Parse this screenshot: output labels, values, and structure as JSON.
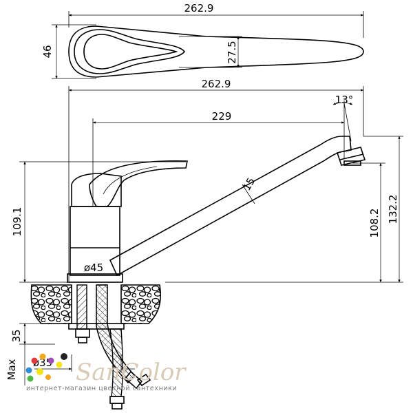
{
  "dimensions": {
    "top_view_length": "262.9",
    "top_view_width": "46",
    "top_view_handle_width": "27.5",
    "front_length": "262.9",
    "spout_reach": "229",
    "aerator_angle": "13°",
    "spout_diameter": "15",
    "body_diameter": "ø45",
    "height_body": "109.1",
    "height_spout_outlet": "108.2",
    "height_total": "132.2",
    "mount_thickness": "35",
    "mount_max_label": "Max",
    "hole_diameter": "ø35"
  },
  "watermark": {
    "brand": "SanColor",
    "subtitle": "интернет-магазин цветной сантехники",
    "dot_colors": [
      "#e23b3b",
      "#f2a81d",
      "#f5e31a",
      "#4cb848",
      "#2f8fd6",
      "#9b4fb4",
      "#222222"
    ]
  }
}
